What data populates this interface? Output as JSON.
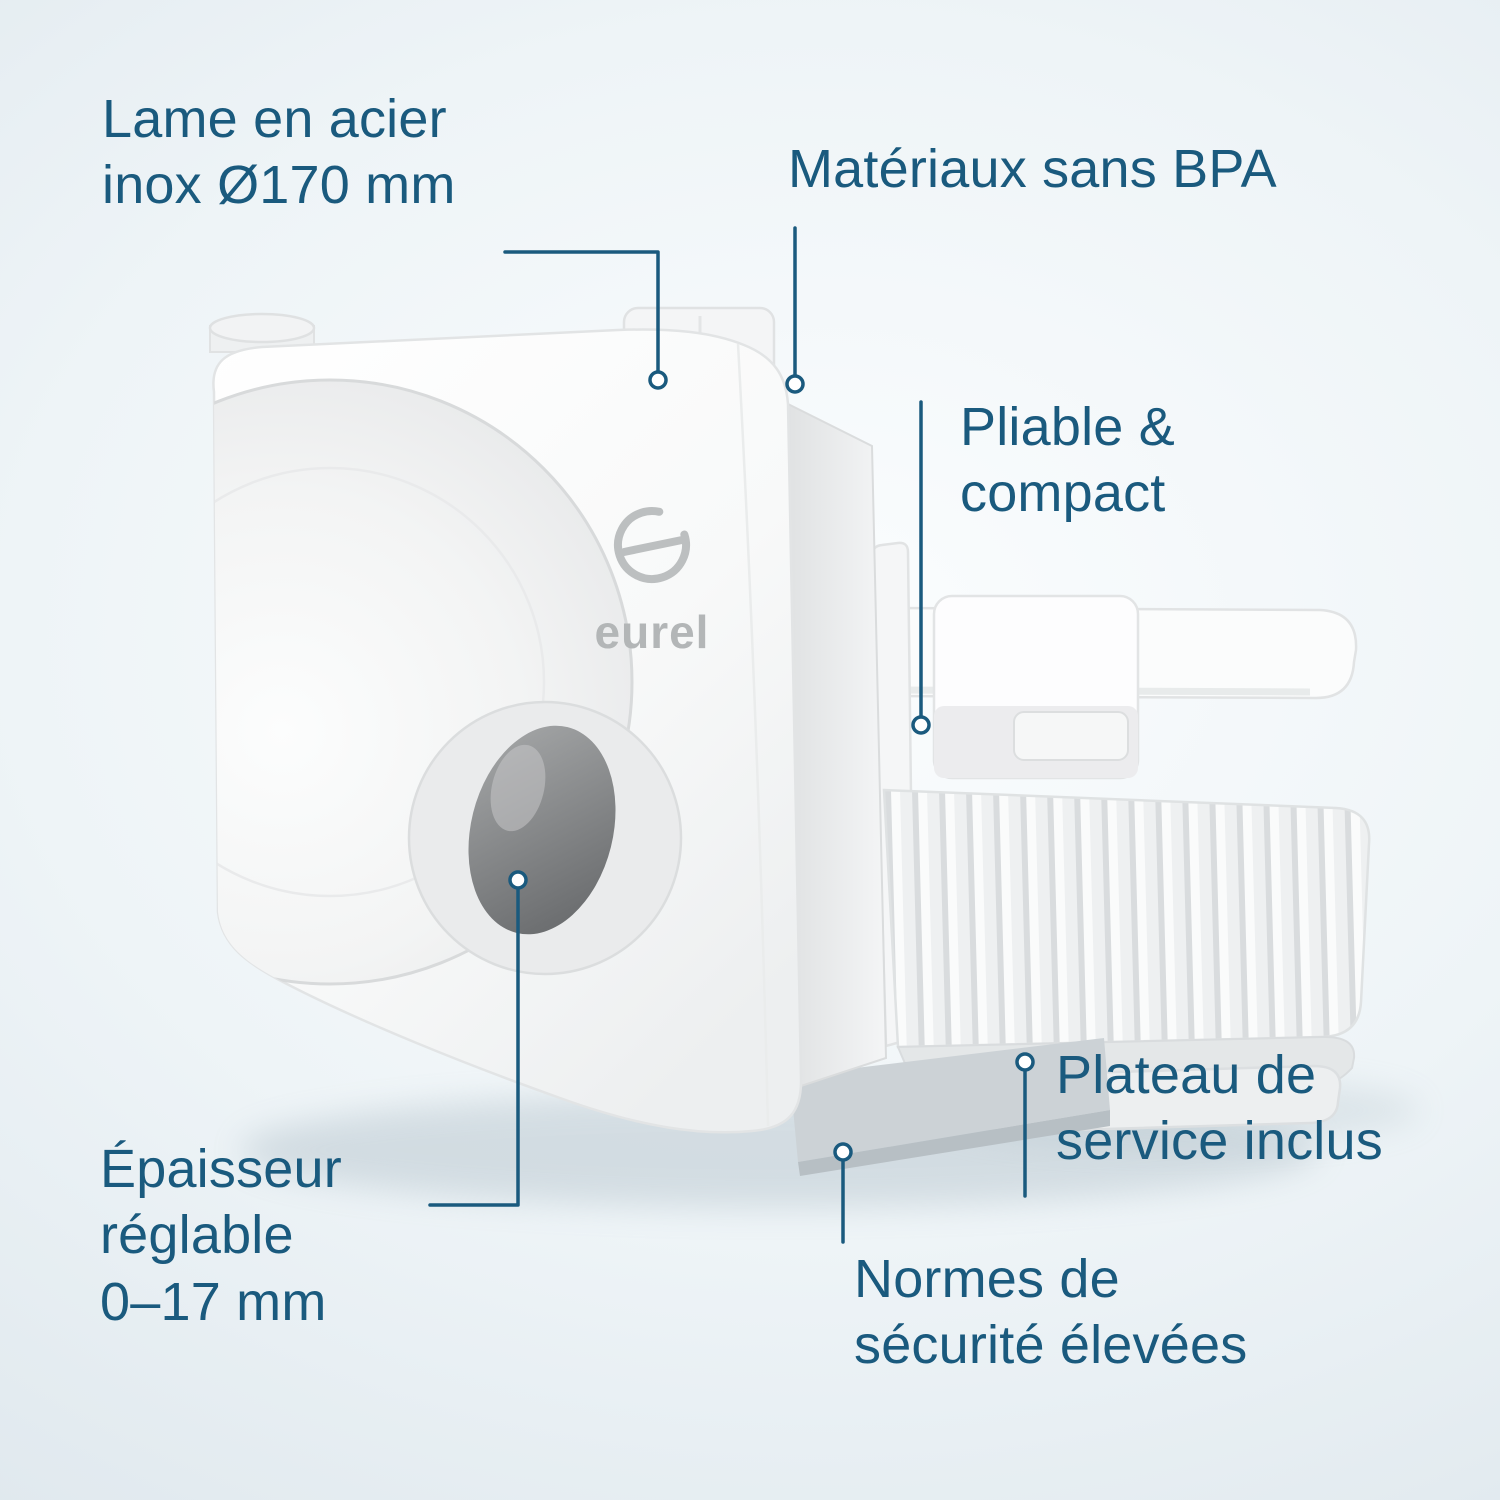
{
  "colors": {
    "label": "#1a5a7e",
    "line": "#1a5a7e",
    "bg_center": "#fbfdfe",
    "bg_mid": "#eef4f7",
    "bg_edge": "#d8e2e9"
  },
  "product": {
    "logo_text": "eurel"
  },
  "labels": {
    "blade": {
      "lines": [
        "Lame en acier",
        "inox Ø170 mm"
      ]
    },
    "bpa": {
      "lines": [
        "Matériaux sans BPA"
      ]
    },
    "foldable": {
      "lines": [
        "Pliable &",
        "compact"
      ]
    },
    "tray": {
      "lines": [
        "Plateau de",
        "service inclus"
      ]
    },
    "safety": {
      "lines": [
        "Normes de",
        "sécurité élevées"
      ]
    },
    "thickness": {
      "lines": [
        "Épaisseur",
        "réglable",
        "0–17 mm"
      ]
    }
  }
}
